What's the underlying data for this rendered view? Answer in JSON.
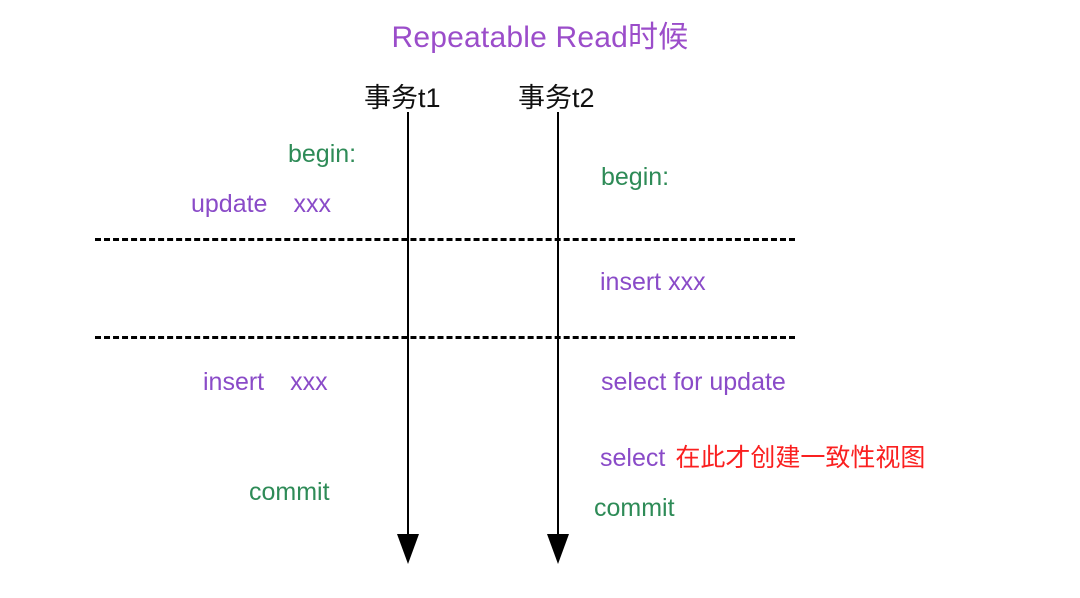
{
  "title": "Repeatable Read时候",
  "colors": {
    "purple": "#8A4BC8",
    "green": "#2E8B57",
    "red": "#FA2020",
    "black": "#000000",
    "title_purple": "#9B4DCA",
    "background": "#FFFFFF"
  },
  "lanes": [
    {
      "id": "t1",
      "label": "事务t1"
    },
    {
      "id": "t2",
      "label": "事务t2"
    }
  ],
  "separators": [
    {
      "id": "separator-1",
      "style": "dashed"
    },
    {
      "id": "separator-2",
      "style": "dashed"
    }
  ],
  "transaction_t1": {
    "statements": [
      {
        "id": "t1-begin",
        "text": "begin:",
        "color": "green"
      },
      {
        "id": "t1-update",
        "text": "update",
        "color": "purple"
      },
      {
        "id": "t1-update-arg",
        "text": "xxx",
        "color": "purple"
      },
      {
        "id": "t1-insert",
        "text": "insert",
        "color": "purple"
      },
      {
        "id": "t1-insert-arg",
        "text": "xxx",
        "color": "purple"
      },
      {
        "id": "t1-commit",
        "text": "commit",
        "color": "green"
      }
    ]
  },
  "transaction_t2": {
    "statements": [
      {
        "id": "t2-begin",
        "text": "begin:",
        "color": "green"
      },
      {
        "id": "t2-insert",
        "text": "insert xxx",
        "color": "purple"
      },
      {
        "id": "t2-select-for-update",
        "text": "select for update",
        "color": "purple"
      },
      {
        "id": "t2-select",
        "text": "select",
        "color": "purple"
      },
      {
        "id": "t2-select-annotation",
        "text": "在此才创建一致性视图",
        "color": "red"
      },
      {
        "id": "t2-commit",
        "text": "commit",
        "color": "green"
      }
    ]
  }
}
